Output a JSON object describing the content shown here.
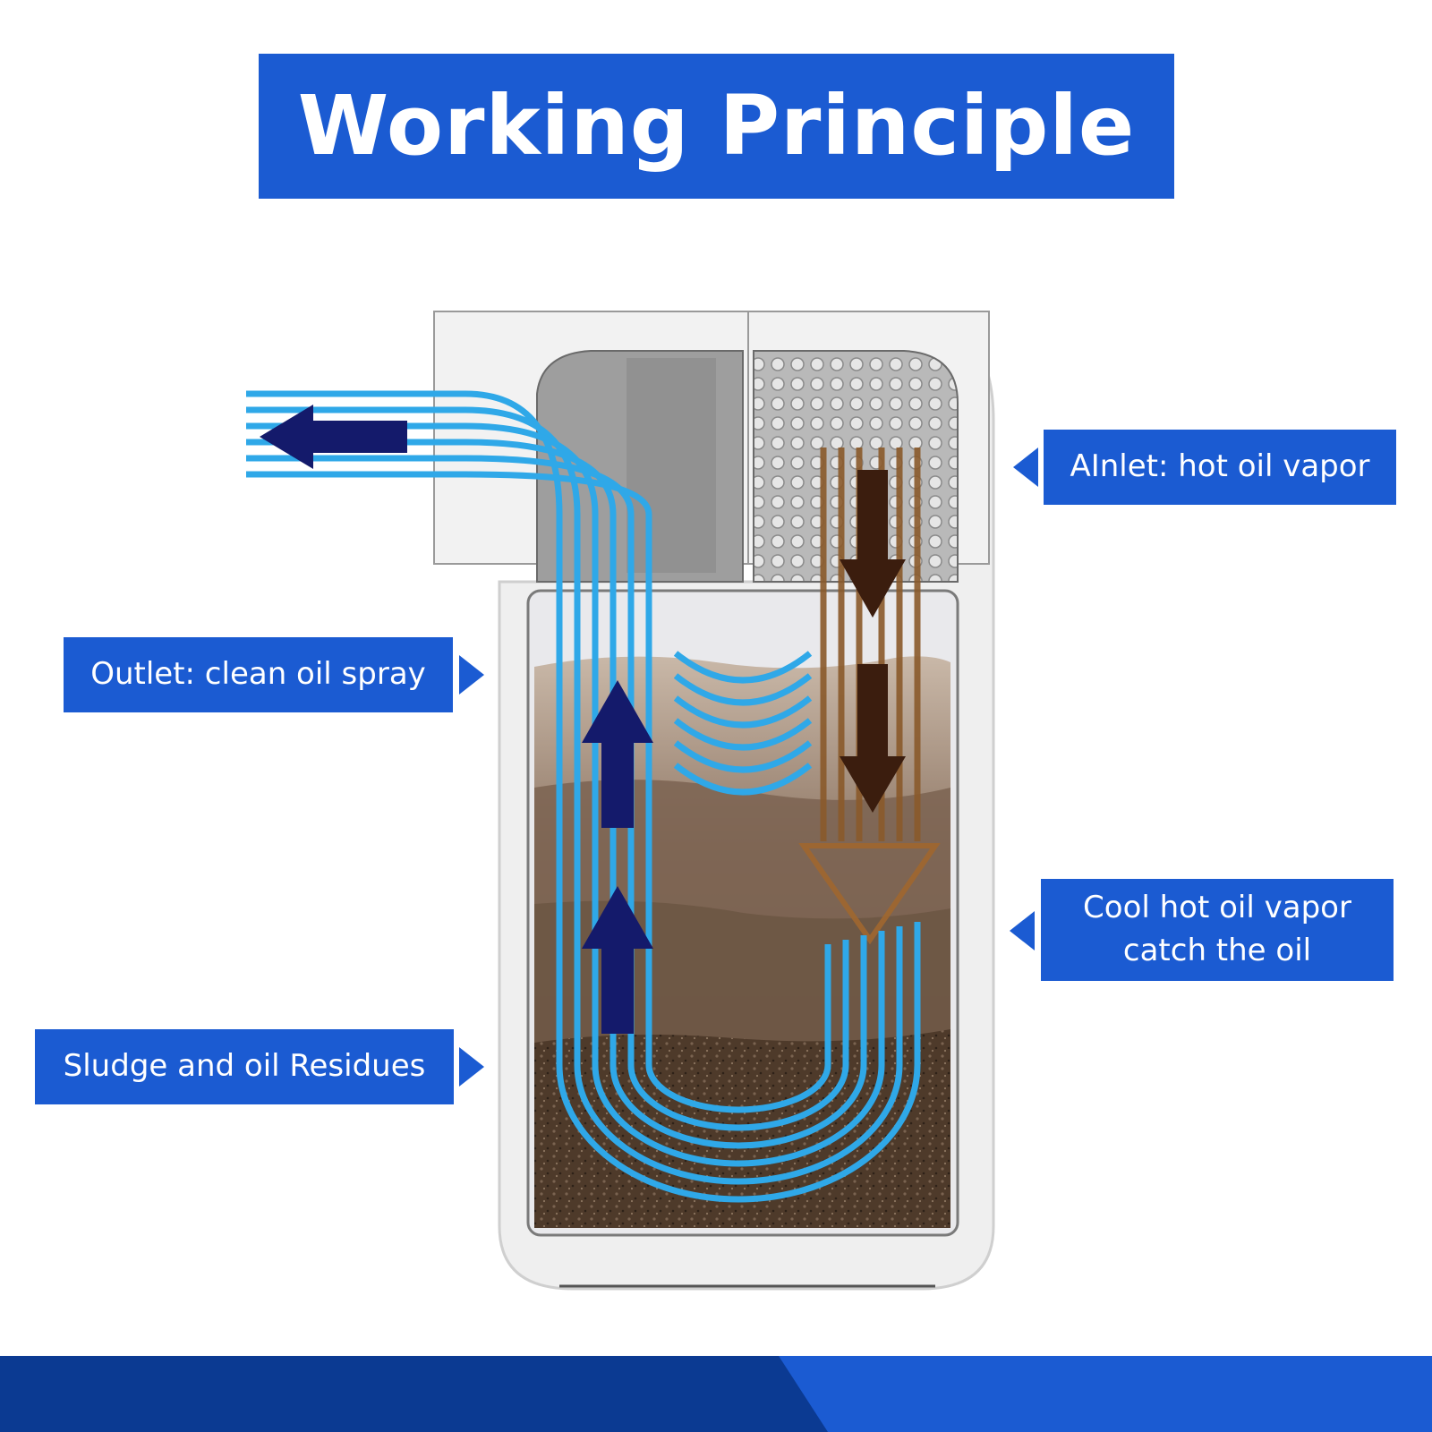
{
  "title": "Working Principle",
  "labels": {
    "inlet": "AInlet: hot oil vapor",
    "outlet": "Outlet: clean oil spray",
    "cool_line1": "Cool hot oil vapor",
    "cool_line2": "catch the oil",
    "sludge": "Sludge and oil Residues"
  },
  "colors": {
    "accent": "#1b5bd2",
    "footer_dark": "#0b3a92",
    "flow_blue": "#2fa8e8",
    "flow_brown": "#8a5a2b",
    "arrow_navy": "#141a6b",
    "arrow_brown": "#3b1d0e"
  },
  "icons": [
    "outlet-arrow-icon",
    "up-arrow-icon",
    "down-arrow-icon",
    "pointer-triangle-icon"
  ]
}
